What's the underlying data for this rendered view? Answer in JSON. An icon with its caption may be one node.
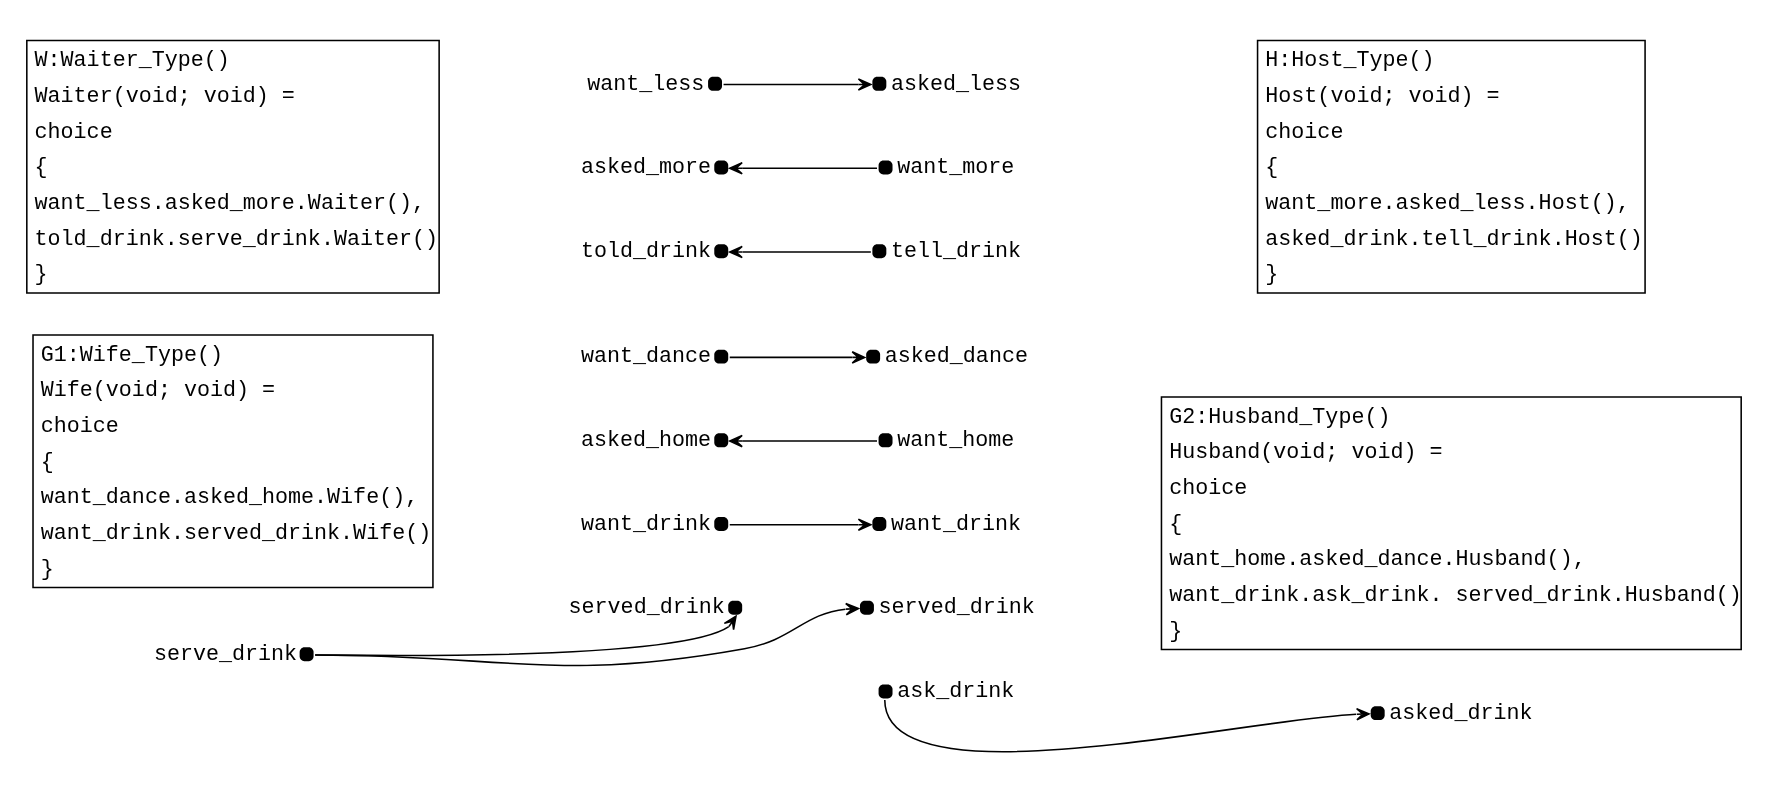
{
  "diagram": {
    "nodes": [
      {
        "text": [
          "G1:Wife_Type()",
          "Wife(void; void) =",
          "choice",
          "{",
          "want_dance.asked_home.Wife(),",
          "want_drink.served_drink.Wife()",
          "}"
        ]
      },
      {
        "text": [],
        "shape": "circle",
        "beside": [
          "want_dance"
        ]
      },
      {
        "text": [],
        "shape": "circle",
        "beside": [
          "asked_home"
        ]
      },
      {
        "text": [],
        "shape": "circle",
        "beside": [
          "want_drink"
        ]
      },
      {
        "text": [],
        "shape": "circle",
        "beside": [
          "served_drink"
        ]
      },
      {
        "text": [
          "G2:Husband_Type()",
          "Husband(void; void) =",
          "choice",
          "{",
          "want_home.asked_dance.Husband(),",
          "want_drink.ask_drink. served_drink.Husband()",
          "}"
        ]
      },
      {
        "text": [],
        "shape": "circle",
        "beside": [
          "asked_dance"
        ]
      },
      {
        "text": [],
        "shape": "circle",
        "beside": [
          "want_home"
        ]
      },
      {
        "text": [],
        "shape": "circle",
        "beside": [
          "want_drink"
        ]
      },
      {
        "text": [],
        "shape": "circle",
        "beside": [
          "served_drink"
        ]
      },
      {
        "text": [],
        "shape": "circle",
        "beside": [
          "ask_drink"
        ]
      },
      {
        "text": [
          "W:Waiter_Type()",
          "Waiter(void; void) =",
          "choice",
          "{",
          "want_less.asked_more.Waiter(),",
          "told_drink.serve_drink.Waiter()",
          "}"
        ]
      },
      {
        "text": [],
        "shape": "circle",
        "beside": [
          "serve_drink"
        ]
      },
      {
        "text": [],
        "shape": "circle",
        "beside": [
          "want_less"
        ]
      },
      {
        "text": [],
        "shape": "circle",
        "beside": [
          "asked_more"
        ]
      },
      {
        "text": [],
        "shape": "circle",
        "beside": [
          "told_drink"
        ]
      },
      {
        "text": [
          "H:Host_Type()",
          "Host(void; void) =",
          "choice",
          "{",
          "want_more.asked_less.Host(),",
          "asked_drink.tell_drink.Host()",
          "}"
        ]
      },
      {
        "text": [],
        "shape": "circle",
        "beside": [
          "asked_drink"
        ]
      },
      {
        "text": [],
        "shape": "circle",
        "beside": [
          "asked_less"
        ]
      },
      {
        "text": [],
        "shape": "circle",
        "beside": [
          "want_more"
        ]
      },
      {
        "text": [],
        "shape": "circle",
        "beside": [
          "tell_drink"
        ]
      }
    ],
    "edges": [
      {
        "from": 1,
        "to": 6,
        "arrow": "to"
      },
      {
        "from": 7,
        "to": 2,
        "arrow": "to"
      },
      {
        "from": 3,
        "to": 8,
        "arrow": "to"
      },
      {
        "from": 12,
        "to": 4,
        "arrow": "to"
      },
      {
        "from": 12,
        "to": 9,
        "arrow": "to"
      },
      {
        "from": 10,
        "to": 17,
        "arrow": "to"
      },
      {
        "from": 13,
        "to": 18,
        "arrow": "to"
      },
      {
        "from": 19,
        "to": 14,
        "arrow": "to"
      },
      {
        "from": 20,
        "to": 15,
        "arrow": "to"
      }
    ]
  }
}
